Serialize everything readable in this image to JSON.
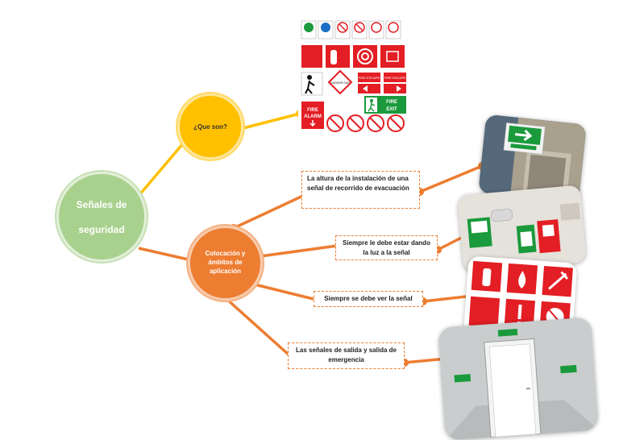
{
  "nodes": {
    "main": {
      "line1": "Señales de",
      "line2": "seguridad"
    },
    "que": {
      "label": "¿Que son?"
    },
    "col": {
      "label": "Colocación y ámbitos de aplicación"
    }
  },
  "boxes": [
    {
      "text": "La altura de la instalación de una señal de recorrido de evacuación"
    },
    {
      "text": "Siempre le debe estar dando la luz a la señal"
    },
    {
      "text": "Siempre se debe ver la señal"
    },
    {
      "text": "Las señales de salida y salida de emergencia"
    }
  ],
  "sign_texts": {
    "fire_alarm": "FIRE ALARM",
    "fire_exit": "FIRE EXIT",
    "fire_escape": "FIRE ESCAPE",
    "danger": "DANGER GAS"
  },
  "colors": {
    "main": "#a9d18e",
    "que": "#ffc000",
    "col": "#ed7d31",
    "sign_red": "#e31e24",
    "sign_green": "#1a9a3c"
  }
}
